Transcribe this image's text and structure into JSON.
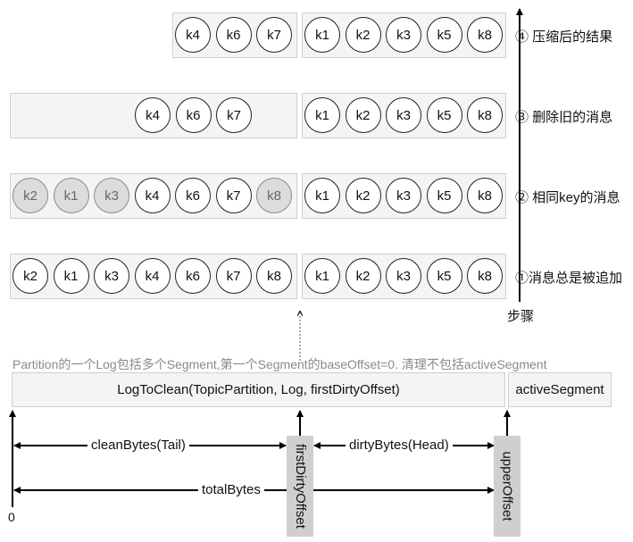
{
  "rows": [
    {
      "step_label": "④ 压缩后的结果",
      "left_keys": [
        {
          "label": "k4",
          "stale": false
        },
        {
          "label": "k6",
          "stale": false
        },
        {
          "label": "k7",
          "stale": false
        }
      ],
      "right_keys": [
        "k1",
        "k2",
        "k3",
        "k5",
        "k8"
      ]
    },
    {
      "step_label": "③ 删除旧的消息",
      "left_keys": [
        {
          "label": "k4",
          "stale": false
        },
        {
          "label": "k6",
          "stale": false
        },
        {
          "label": "k7",
          "stale": false
        }
      ],
      "right_keys": [
        "k1",
        "k2",
        "k3",
        "k5",
        "k8"
      ]
    },
    {
      "step_label": "② 相同key的消息",
      "left_keys": [
        {
          "label": "k2",
          "stale": true
        },
        {
          "label": "k1",
          "stale": true
        },
        {
          "label": "k3",
          "stale": true
        },
        {
          "label": "k4",
          "stale": false
        },
        {
          "label": "k6",
          "stale": false
        },
        {
          "label": "k7",
          "stale": false
        },
        {
          "label": "k8",
          "stale": true
        }
      ],
      "right_keys": [
        "k1",
        "k2",
        "k3",
        "k5",
        "k8"
      ]
    },
    {
      "step_label": "①消息总是被追加",
      "left_keys": [
        {
          "label": "k2",
          "stale": false
        },
        {
          "label": "k1",
          "stale": false
        },
        {
          "label": "k3",
          "stale": false
        },
        {
          "label": "k4",
          "stale": false
        },
        {
          "label": "k6",
          "stale": false
        },
        {
          "label": "k7",
          "stale": false
        },
        {
          "label": "k8",
          "stale": false
        }
      ],
      "right_keys": [
        "k1",
        "k2",
        "k3",
        "k5",
        "k8"
      ]
    }
  ],
  "steps_axis_label": "步骤",
  "note": "Partition的一个Log包括多个Segment,第一个Segment的baseOffset=0. 清理不包括activeSegment",
  "log_to_clean_label": "LogToClean(TopicPartition, Log, firstDirtyOffset)",
  "active_segment_label": "activeSegment",
  "clean_bytes_label": "cleanBytes(Tail)",
  "dirty_bytes_label": "dirtyBytes(Head)",
  "total_bytes_label": "totalBytes",
  "first_dirty_offset_label": "firstDirtyOffset",
  "upper_offset_label": "upperOffset",
  "origin_label": "0",
  "colors": {
    "stale_fill": "#dcdcdc",
    "box_fill": "#f4f4f4",
    "marker_fill": "#cfcfcf"
  }
}
